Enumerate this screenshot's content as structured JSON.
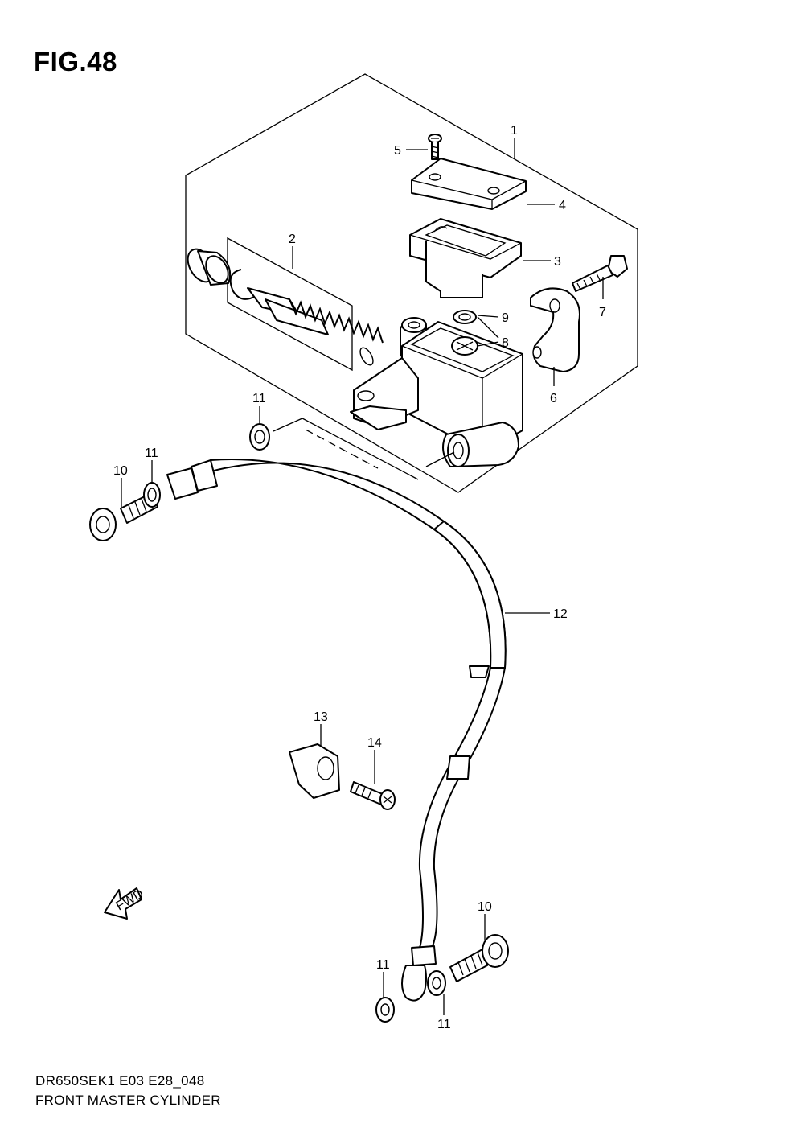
{
  "figure": {
    "title": "FIG.48",
    "model_code": "DR650SEK1 E03 E28_048",
    "name": "FRONT MASTER CYLINDER",
    "fwd_label": "FWD"
  },
  "callouts": [
    "1",
    "2",
    "3",
    "4",
    "5",
    "6",
    "7",
    "8",
    "9",
    "10",
    "11",
    "12",
    "13",
    "14"
  ]
}
